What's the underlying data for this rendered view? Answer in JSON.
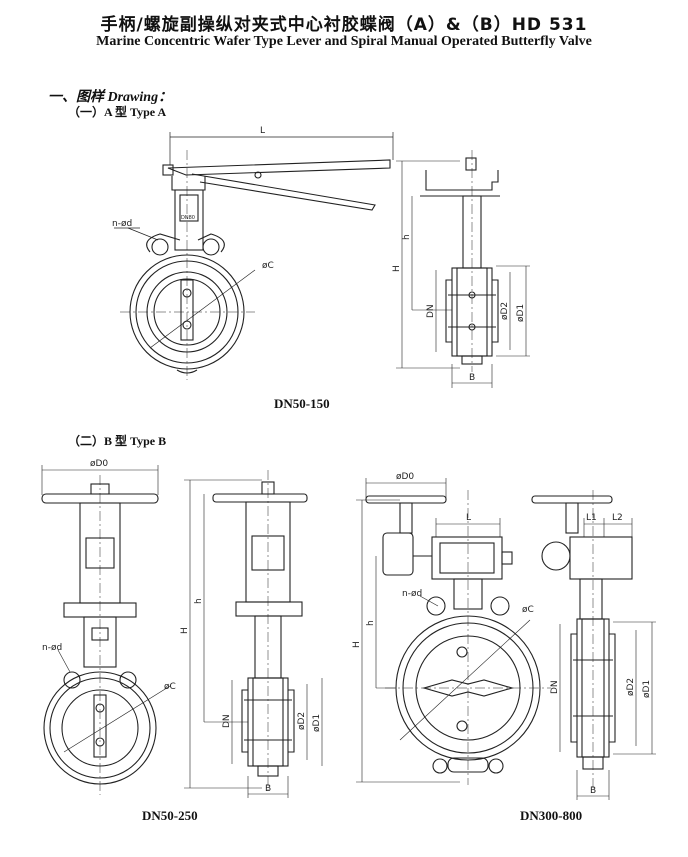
{
  "header": {
    "title_cn": "手柄/螺旋副操纵对夹式中心衬胶蝶阀（A）&（B）HD 531",
    "title_en": "Marine Concentric Wafer Type Lever and Spiral Manual Operated Butterfly Valve"
  },
  "section": {
    "label": "一、图样 Drawing："
  },
  "type_a": {
    "label": "（一）A 型  Type A",
    "caption": "DN50-150"
  },
  "type_b": {
    "label": "（二）B 型  Type B",
    "caption_left": "DN50-250",
    "caption_right": "DN300-800"
  },
  "dims": {
    "L": "L",
    "h": "h",
    "H": "H",
    "DN": "DN",
    "D2": "øD2",
    "D1": "øD1",
    "B": "B",
    "C": "øC",
    "nd": "n-ød",
    "D0": "øD0",
    "L1": "L1",
    "L2": "L2",
    "plate_a": "DN80"
  }
}
